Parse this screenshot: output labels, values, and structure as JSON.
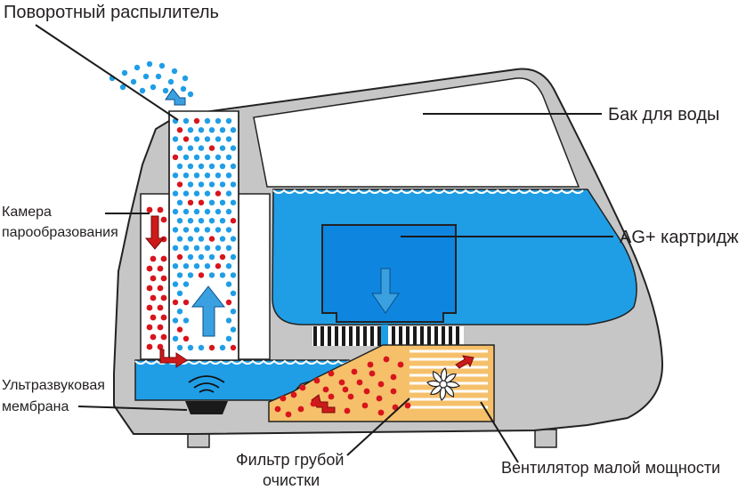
{
  "labels": {
    "rotary_sprayer": "Поворотный распылитель",
    "water_tank": "Бак для воды",
    "steam_chamber_line1": "Камера",
    "steam_chamber_line2": "парообразования",
    "ag_cartridge": "AG+ картридж",
    "ultrasonic_line1": "Ультразвуковая",
    "ultrasonic_line2": "мембрана",
    "coarse_filter_line1": "Фильтр грубой",
    "coarse_filter_line2": "очистки",
    "fan": "Вентилятор малой мощности"
  },
  "colors": {
    "water": "#1f9ee6",
    "body": "#c6c6c6",
    "outline": "#222222",
    "dot_blue": "#1f9ee6",
    "dot_red": "#d8141c",
    "filter": "#f6c06a",
    "cartridge": "#0e86e0",
    "arrow_blue": "#3aa0e0",
    "arrow_red": "#cc1a1a"
  }
}
